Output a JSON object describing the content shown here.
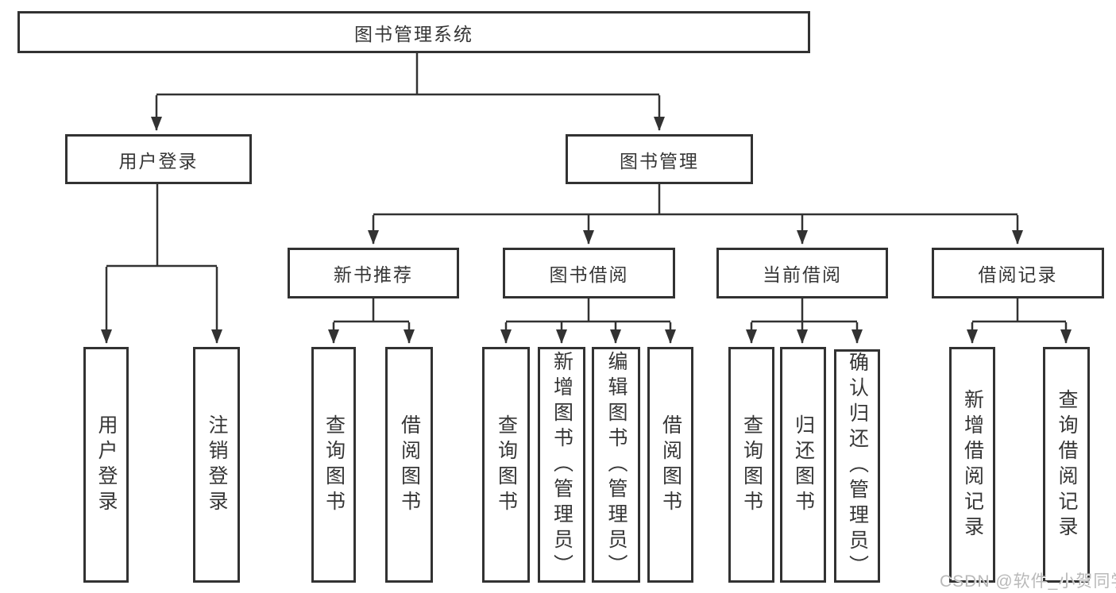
{
  "tree": {
    "label": "图书管理系统",
    "children": [
      {
        "label": "用户登录",
        "children": [
          {
            "label": "用户登录"
          },
          {
            "label": "注销登录"
          }
        ]
      },
      {
        "label": "图书管理",
        "children": [
          {
            "label": "新书推荐",
            "children": [
              {
                "label": "查询图书"
              },
              {
                "label": "借阅图书"
              }
            ]
          },
          {
            "label": "图书借阅",
            "children": [
              {
                "label": "查询图书"
              },
              {
                "label": "新增图书（管理员）"
              },
              {
                "label": "编辑图书（管理员）"
              },
              {
                "label": "借阅图书"
              }
            ]
          },
          {
            "label": "当前借阅",
            "children": [
              {
                "label": "查询图书"
              },
              {
                "label": "归还图书"
              },
              {
                "label": "确认归还（管理员）"
              }
            ]
          },
          {
            "label": "借阅记录",
            "children": [
              {
                "label": "新增借阅记录"
              },
              {
                "label": "查询借阅记录"
              }
            ]
          }
        ]
      }
    ]
  },
  "watermark": {
    "text": "CSDN @软件_小贺同学"
  },
  "colors": {
    "background": "#ffffff",
    "line": "#323232",
    "text": "#363636",
    "watermark": "#b9b9b9"
  }
}
